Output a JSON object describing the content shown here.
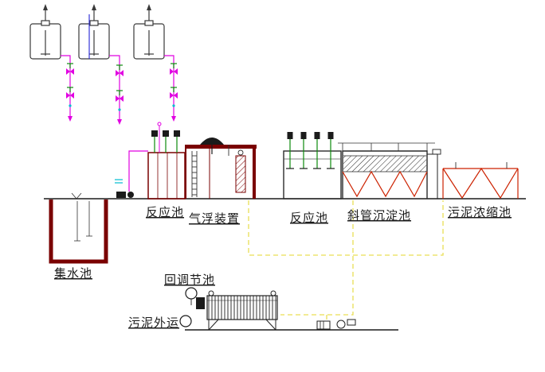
{
  "diagram": {
    "type": "wastewater-treatment-process-flow",
    "labels": {
      "collecting_tank": "集水池",
      "reaction_tank_1": "反应池",
      "air_flotation_unit": "气浮装置",
      "reaction_tank_2": "反应池",
      "inclined_tube_sedimentation_tank": "斜管沉淀池",
      "sludge_thickening_tank": "污泥浓缩池",
      "return_to_regulation_tank": "回调节池",
      "sludge_hauled_away": "污泥外运"
    },
    "colors": {
      "structure_maroon": "#7a0000",
      "hopper_red": "#cc2200",
      "pipe_magenta": "#e100e1",
      "pipe_blue": "#2323d6",
      "valve_green": "#0c8a0c",
      "sludge_yellow": "#e9df55",
      "line_black": "#1b1b1b",
      "marker_cyan": "#00bcd0",
      "bg": "#ffffff"
    }
  }
}
